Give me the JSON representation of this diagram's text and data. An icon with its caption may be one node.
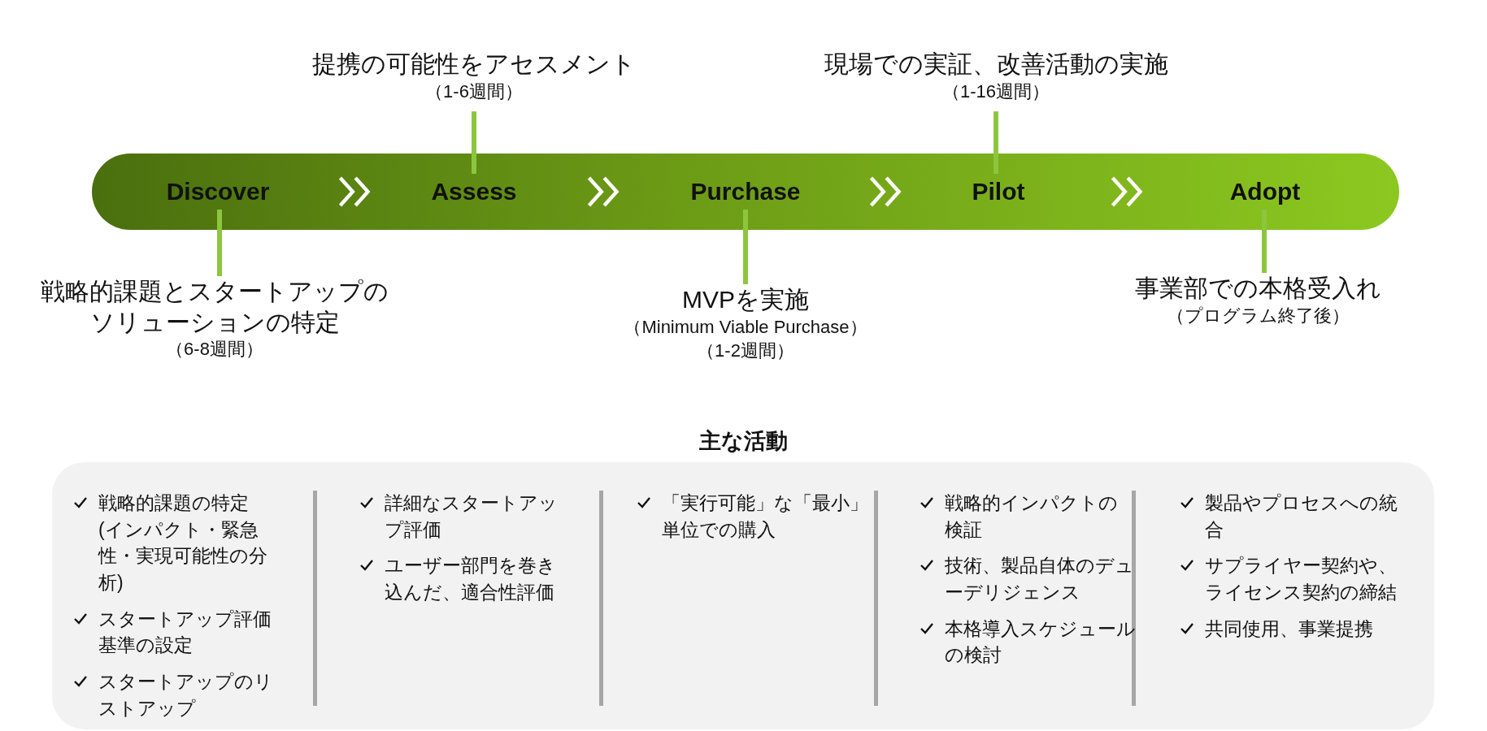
{
  "diagram": {
    "nodes": [
      {
        "text": [],
        "shape": "bar"
      },
      {
        "text": [
          "Discover"
        ],
        "in": 0
      },
      {
        "text": [
          "Assess"
        ],
        "in": 0
      },
      {
        "text": [
          "Purchase"
        ],
        "in": 0
      },
      {
        "text": [
          "Pilot"
        ],
        "in": 0
      },
      {
        "text": [
          "Adopt"
        ],
        "in": 0
      },
      {
        "text": [
          "提携の可能性をアセスメント",
          "（1-6週間）"
        ]
      },
      {
        "text": [
          "現場での実証、改善活動の実施",
          "（1-16週間）"
        ]
      },
      {
        "text": [
          "戦略的課題とスタートアップのソリューションの特定",
          "（6-8週間）"
        ]
      },
      {
        "text": [
          "MVPを実施",
          "（Minimum Viable Purchase）",
          "（1-2週間）"
        ]
      },
      {
        "text": [
          "事業部での本格受入れ",
          "（プログラム終了後）"
        ]
      },
      {
        "text": [
          "主な活動"
        ]
      }
    ],
    "edges": [
      {
        "from": 1,
        "to": 2,
        "arrow": "to",
        "color": "#ffffff"
      },
      {
        "from": 2,
        "to": 3,
        "arrow": "to",
        "color": "#ffffff"
      },
      {
        "from": 3,
        "to": 4,
        "arrow": "to",
        "color": "#ffffff"
      },
      {
        "from": 4,
        "to": 5,
        "arrow": "to",
        "color": "#ffffff"
      },
      {
        "from": 2,
        "to": 6,
        "arrow": "none"
      },
      {
        "from": 4,
        "to": 7,
        "arrow": "none"
      },
      {
        "from": 1,
        "to": 8,
        "arrow": "none"
      },
      {
        "from": 3,
        "to": 9,
        "arrow": "none"
      },
      {
        "from": 5,
        "to": 10,
        "arrow": "none"
      }
    ],
    "labels": [
      "戦略的課題の特定(インパクト・緊急性・実現可能性の分析)",
      "スタートアップ評価基準の設定",
      "スタートアップのリストアップ",
      "詳細なスタートアップ評価",
      "ユーザー部門を巻き込んだ、適合性評価",
      "「実行可能」な「最小」単位での購入",
      "戦略的インパクトの検証",
      "技術、製品自体のデューデリジェンス",
      "本格導入スケジュールの検討",
      "製品やプロセスへの統合",
      "サプライヤー契約や、ライセンス契約の締結",
      "共同使用、事業提携"
    ]
  }
}
